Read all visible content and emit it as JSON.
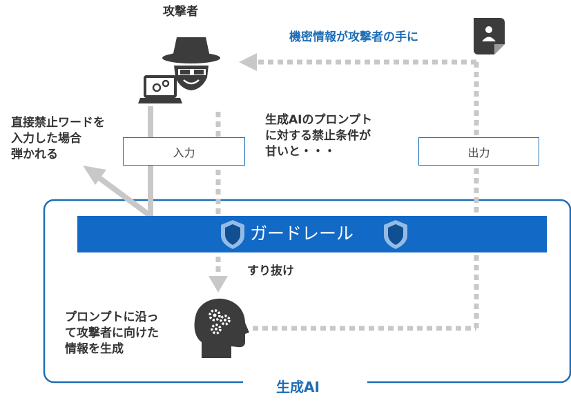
{
  "colors": {
    "accent": "#1E6DB5",
    "icon_dark": "#3C3C3C",
    "arrow_gray": "#C8C8C8"
  },
  "labels": {
    "attacker": "攻撃者",
    "leak": "機密情報が攻撃者の手に",
    "direct_block": [
      "直接禁止ワードを",
      "入力した場合",
      "弾かれる"
    ],
    "weak_prompt": [
      "生成AIのプロンプト",
      "に対する禁止条件が",
      "甘いと・・・"
    ],
    "input_box": "入力",
    "output_box": "出力",
    "guardrail": "ガードレール",
    "slip_through": "すり抜け",
    "ai_action": [
      "プロンプトに沿っ",
      "て攻撃者に向けた",
      "情報を生成"
    ],
    "genai": "生成AI"
  },
  "icons": {
    "attacker": "hacker-icon",
    "laptop": "laptop-gear-icon",
    "document": "user-document-icon",
    "shield": "shield-icon",
    "ai_head": "ai-head-gears-icon"
  }
}
